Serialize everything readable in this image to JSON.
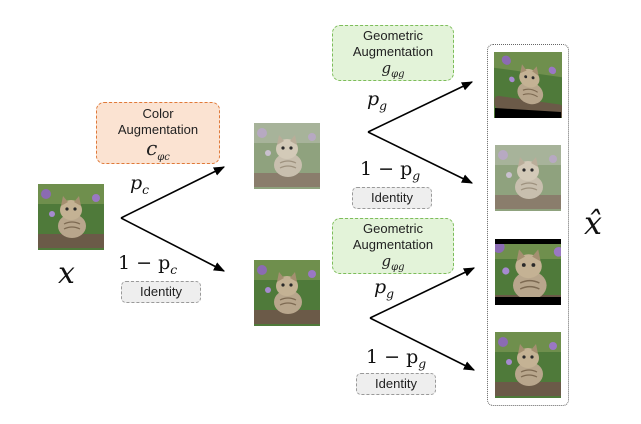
{
  "labels": {
    "x": "x",
    "x_hat": "x̂",
    "p_c": "p",
    "p_c_sub": "c",
    "one_minus_p_c": "1 − p",
    "one_minus_p_c_sub": "c",
    "p_g_top": "p",
    "p_g_top_sub": "g",
    "one_minus_p_g_top": "1 − p",
    "one_minus_p_g_top_sub": "g",
    "p_g_bottom": "p",
    "p_g_bottom_sub": "g",
    "one_minus_p_g_bottom": "1 − p",
    "one_minus_p_g_bottom_sub": "g"
  },
  "color_aug": {
    "line1": "Color",
    "line2": "Augmentation",
    "symbol": "c",
    "symbol_sub": "φc"
  },
  "geo_aug_top": {
    "line1": "Geometric",
    "line2": "Augmentation",
    "symbol": "g",
    "symbol_sub": "φg"
  },
  "geo_aug_bottom": {
    "line1": "Geometric",
    "line2": "Augmentation",
    "symbol": "g",
    "symbol_sub": "φg"
  },
  "identity": {
    "left": "Identity",
    "top_right": "Identity",
    "bottom_right": "Identity"
  },
  "colors": {
    "color_box_fill": "#fbe3d2",
    "color_box_border": "#e07a3a",
    "geo_box_fill": "#e3f3d9",
    "geo_box_border": "#7dbd5a",
    "identity_fill": "#eeeeee",
    "arrow": "#000000"
  },
  "icons": {
    "thumbnail": "kitten-photo"
  }
}
